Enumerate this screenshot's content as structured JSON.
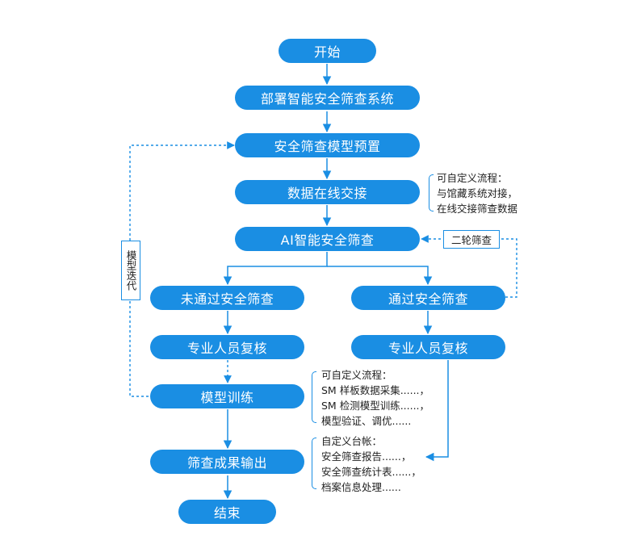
{
  "nodes": {
    "start": "开始",
    "deploy": "部署智能安全筛查系统",
    "preset": "安全筛查模型预置",
    "exchange": "数据在线交接",
    "ai_screen": "AI智能安全筛查",
    "fail": "未通过安全筛查",
    "pass": "通过安全筛查",
    "review_left": "专业人员复核",
    "review_right": "专业人员复核",
    "train": "模型训练",
    "output": "筛查成果输出",
    "end": "结束"
  },
  "labels": {
    "iteration": "模型迭代",
    "second_round": "二轮筛查"
  },
  "notes": {
    "exchange": [
      "可自定义流程：",
      "与馆藏系统对接，",
      "在线交接筛查数据"
    ],
    "train": [
      "可自定义流程：",
      "SM 样板数据采集......，",
      "SM 检测模型训练......，",
      "模型验证、调优......"
    ],
    "output": [
      "自定义台帐：",
      "安全筛查报告......，",
      "安全筛查统计表......，",
      "档案信息处理......"
    ]
  },
  "colors": {
    "accent": "#1a8ee3",
    "text": "#222222"
  }
}
